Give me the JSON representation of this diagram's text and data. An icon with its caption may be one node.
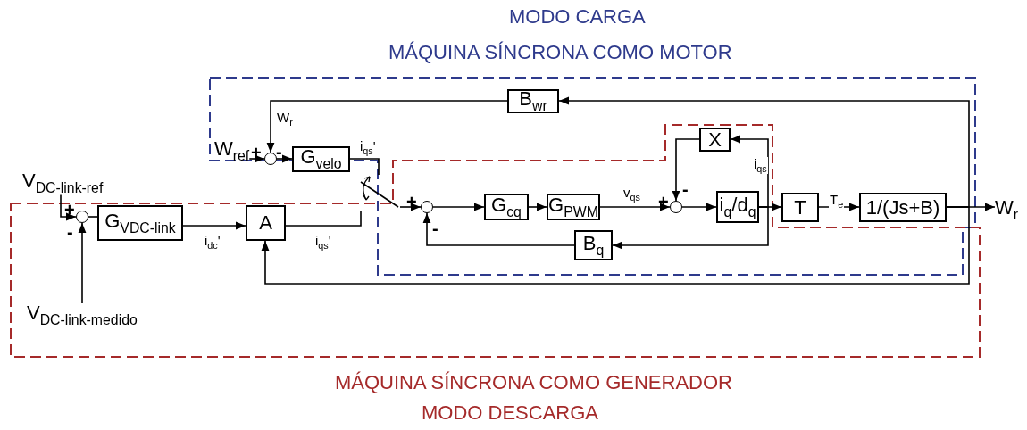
{
  "diagram": {
    "nodes": [
      {
        "text": [
          "W$_{ref}$"
        ]
      },
      {
        "text": [],
        "shape": "circle"
      },
      {
        "text": [
          "G$_{velo}$"
        ]
      },
      {
        "text": [
          "B$_{wr}$"
        ]
      },
      {
        "text": [
          "V$_{DC-link-ref}$"
        ]
      },
      {
        "text": [],
        "shape": "circle"
      },
      {
        "text": [
          "G$_{VDC-link}$"
        ]
      },
      {
        "text": [
          "A"
        ]
      },
      {
        "text": [
          "V$_{DC-link-medido}$"
        ]
      },
      {
        "text": [],
        "shape": "switch"
      },
      {
        "text": [],
        "shape": "circle"
      },
      {
        "text": [
          "G$_{cq}$"
        ]
      },
      {
        "text": [
          "G$_{PWM}$"
        ]
      },
      {
        "text": [],
        "shape": "circle"
      },
      {
        "text": [
          "i$_{q}$/d$_{q}$"
        ]
      },
      {
        "text": [
          "X"
        ]
      },
      {
        "text": [
          "T"
        ]
      },
      {
        "text": [
          "1/(Js+B)"
        ]
      },
      {
        "text": [
          "B$_{q}$"
        ]
      },
      {
        "text": [
          "W$_{r}$"
        ]
      }
    ],
    "edges": [
      {
        "from": 0,
        "to": 1,
        "arrow": "to"
      },
      {
        "from": 17,
        "to": 3,
        "arrow": "to"
      },
      {
        "from": 3,
        "to": 1,
        "arrow": "to",
        "label": "W$_{r}$"
      },
      {
        "from": 1,
        "to": 2,
        "arrow": "to"
      },
      {
        "from": 2,
        "to": 9,
        "arrow": "none",
        "label": "i$_{qs}$'"
      },
      {
        "from": 4,
        "to": 5,
        "arrow": "to"
      },
      {
        "from": 5,
        "to": 6,
        "arrow": "none"
      },
      {
        "from": 6,
        "to": 7,
        "arrow": "to",
        "label": "i$_{dc}$'"
      },
      {
        "from": 7,
        "to": 9,
        "arrow": "none",
        "label": "i$_{qs}$'"
      },
      {
        "from": 8,
        "to": 5,
        "arrow": "to"
      },
      {
        "from": 17,
        "to": 7,
        "arrow": "to"
      },
      {
        "from": 9,
        "to": 10,
        "arrow": "to"
      },
      {
        "from": 10,
        "to": 11,
        "arrow": "to"
      },
      {
        "from": 11,
        "to": 12,
        "arrow": "to"
      },
      {
        "from": 12,
        "to": 13,
        "arrow": "to",
        "label": "v$_{qs}$"
      },
      {
        "from": 13,
        "to": 14,
        "arrow": "to"
      },
      {
        "from": 14,
        "to": 16,
        "arrow": "to"
      },
      {
        "from": 16,
        "to": 17,
        "arrow": "to",
        "label": "T$_{e}$"
      },
      {
        "from": 17,
        "to": 19,
        "arrow": "to"
      },
      {
        "from": 14,
        "to": 15,
        "arrow": "to",
        "label": "i$_{qs}$"
      },
      {
        "from": 15,
        "to": 13,
        "arrow": "to"
      },
      {
        "from": 14,
        "to": 18,
        "arrow": "to"
      },
      {
        "from": 18,
        "to": 10,
        "arrow": "to"
      }
    ],
    "labels": [
      "MODO CARGA",
      "MÁQUINA SÍNCRONA COMO MOTOR",
      "+",
      "-",
      "+",
      "-",
      "+",
      "-",
      "+",
      "-",
      "MÁQUINA SÍNCRONA COMO GENERADOR",
      "MODO DESCARGA"
    ]
  }
}
